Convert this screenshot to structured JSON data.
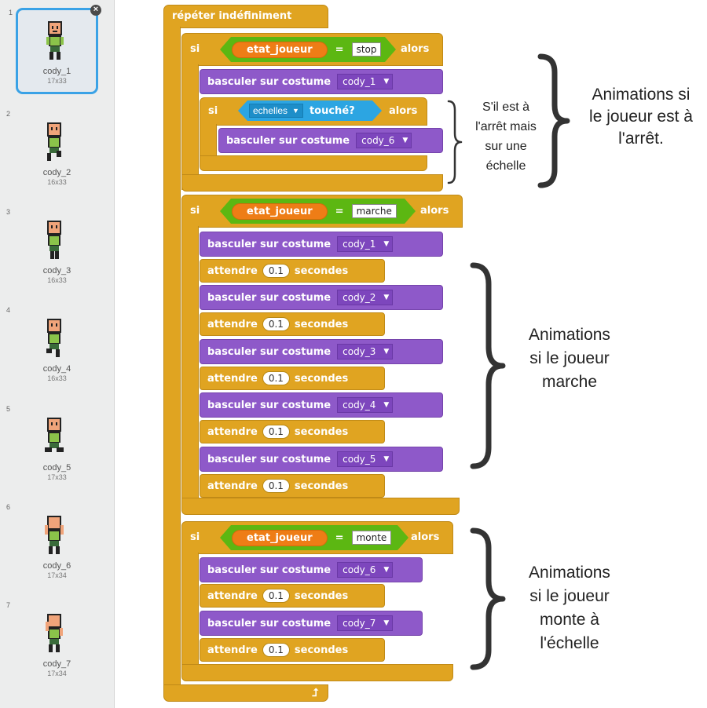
{
  "costumes": [
    {
      "num": "1",
      "name": "cody_1",
      "size": "17x33",
      "selected": true
    },
    {
      "num": "2",
      "name": "cody_2",
      "size": "16x33",
      "selected": false
    },
    {
      "num": "3",
      "name": "cody_3",
      "size": "16x33",
      "selected": false
    },
    {
      "num": "4",
      "name": "cody_4",
      "size": "16x33",
      "selected": false
    },
    {
      "num": "5",
      "name": "cody_5",
      "size": "17x33",
      "selected": false
    },
    {
      "num": "6",
      "name": "cody_6",
      "size": "17x34",
      "selected": false
    },
    {
      "num": "7",
      "name": "cody_7",
      "size": "17x34",
      "selected": false
    }
  ],
  "close_glyph": "×",
  "script": {
    "forever_label": "répéter  indéfiniment",
    "if_label": "si",
    "then_label": "alors",
    "eq_sign": "=",
    "var_name": "etat_joueur",
    "switch_label": "basculer  sur  costume",
    "wait_label": "attendre",
    "seconds_label": "secondes",
    "wait_value": "0.1",
    "dropdown_arrow": "▼",
    "loop_arrow": "⮥",
    "if_stop": {
      "value": "stop",
      "costume": "cody_1"
    },
    "inner_if": {
      "sensor_target": "echelles",
      "sensor_label": "touché?",
      "costume": "cody_6"
    },
    "if_walk": {
      "value": "marche",
      "costumes": [
        "cody_1",
        "cody_2",
        "cody_3",
        "cody_4",
        "cody_5"
      ]
    },
    "if_climb": {
      "value": "monte",
      "costumes": [
        "cody_6",
        "cody_7"
      ]
    }
  },
  "annotations": {
    "ladder": "S'il est à\nl'arrêt mais\nsur une\néchelle",
    "stop": "Animations si\nle joueur est à\nl'arrêt.",
    "walk": "Animations\nsi le joueur\nmarche",
    "climb": "Animations\nsi le joueur\nmonte à\nl'échelle"
  },
  "colors": {
    "control": "#e0a421",
    "looks": "#8e59c9",
    "operator": "#5cb712",
    "variable": "#ee7d16",
    "sensing": "#2ca5e2",
    "selection": "#3aa2e6"
  }
}
